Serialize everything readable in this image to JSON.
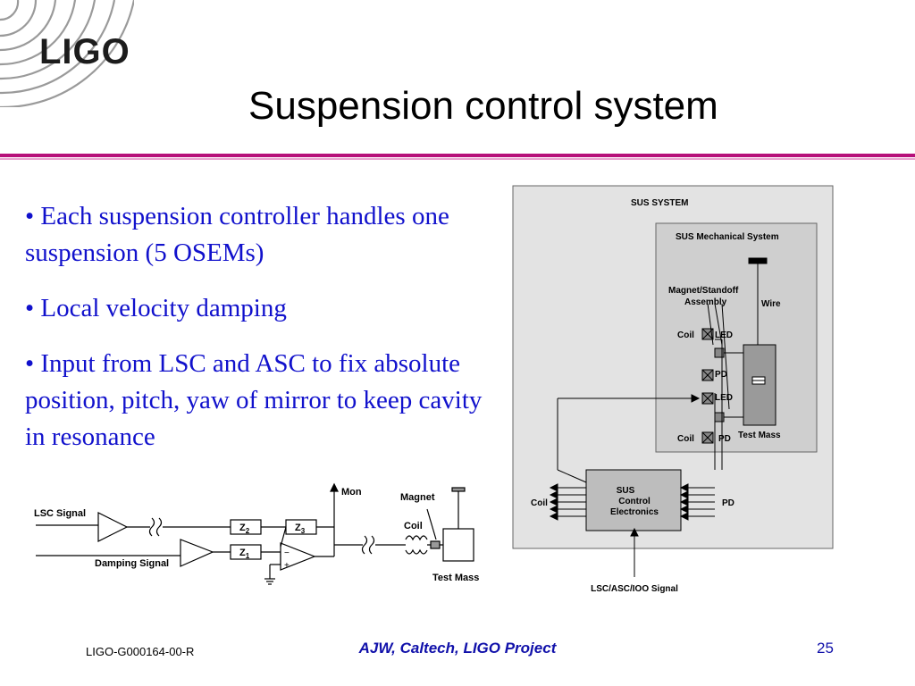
{
  "logo": {
    "text": "LIGO"
  },
  "title": "Suspension control system",
  "bullets": [
    "• Each suspension controller handles one suspension (5 OSEMs)",
    "• Local velocity damping",
    "• Input from LSC and ASC to fix absolute position, pitch, yaw of mirror to keep cavity in resonance"
  ],
  "circuit": {
    "lsc_signal": "LSC Signal",
    "damping_signal": "Damping Signal",
    "z2": "Z",
    "z2_sub": "2",
    "z1": "Z",
    "z1_sub": "1",
    "z3": "Z",
    "z3_sub": "3",
    "mon": "Mon",
    "magnet": "Magnet",
    "coil": "Coil",
    "test_mass": "Test Mass",
    "minus": "−",
    "plus": "+"
  },
  "sus": {
    "system": "SUS SYSTEM",
    "mechanical": "SUS Mechanical System",
    "magnet_standoff_1": "Magnet/Standoff",
    "magnet_standoff_2": "Assembly",
    "wire": "Wire",
    "coil_top": "Coil",
    "led_top": "LED",
    "pd_top": "PD",
    "led_bottom": "LED",
    "coil_bottom": "Coil",
    "pd_bottom": "PD",
    "test_mass": "Test Mass",
    "electronics_1": "SUS",
    "electronics_2": "Control",
    "electronics_3": "Electronics",
    "coil_out": "Coil",
    "pd_in": "PD",
    "signal_in": "LSC/ASC/IOO Signal"
  },
  "footer": {
    "doc_id": "LIGO-G000164-00-R",
    "author": "AJW, Caltech, LIGO Project",
    "page": "25"
  }
}
